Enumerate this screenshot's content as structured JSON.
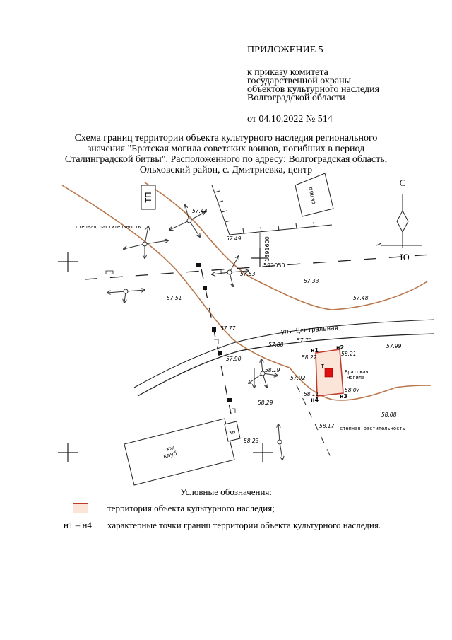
{
  "header": {
    "appendix": "ПРИЛОЖЕНИЕ 5",
    "order_lines": [
      "к приказу комитета",
      "государственной охраны",
      "объектов культурного наследия",
      "Волгоградской области"
    ],
    "date_number": "от 04.10.2022 № 514"
  },
  "title_lines": [
    "Схема границ территории объекта культурного наследия регионального",
    "значения \"Братская могила советских воинов, погибших в период",
    "Сталинградской битвы\". Расположенного по адресу: Волгоградская область,",
    "Ольховский район, с. Дмитриевка, центр"
  ],
  "map": {
    "compass_north": "С",
    "compass_south": "Ю",
    "tp_label": "ТП",
    "warehouse_label": "склад",
    "coord_x": "1391600",
    "coord_y": "592050",
    "street": "ул. Центральная",
    "steppe_1": "степная растительность",
    "steppe_2": "степная растительность",
    "monument": [
      "Братская",
      "могила"
    ],
    "club": [
      "кж",
      "клуб"
    ],
    "porch": "кн",
    "points": [
      "н1",
      "н2",
      "н3",
      "н4"
    ],
    "elevations": [
      "57.44",
      "57.49",
      "57.53",
      "57.33",
      "57.51",
      "57.48",
      "57.77",
      "57.88",
      "57.70",
      "57.90",
      "58.22",
      "58.21",
      "57.99",
      "58.19",
      "57.92",
      "58.11",
      "58.07",
      "58.29",
      "58.17",
      "58.08",
      "58.23"
    ]
  },
  "legend": {
    "title": "Условные обозначения:",
    "territory": "территория объекта культурного наследия;",
    "points_key": "н1 – н4",
    "points_desc": "характерные точки границ территории объекта культурного наследия."
  },
  "colors": {
    "boundary": "#c0392b",
    "monument_fill": "#e01010",
    "territory_fill": "#fbe4d8",
    "soil_line": "#b8764a"
  }
}
